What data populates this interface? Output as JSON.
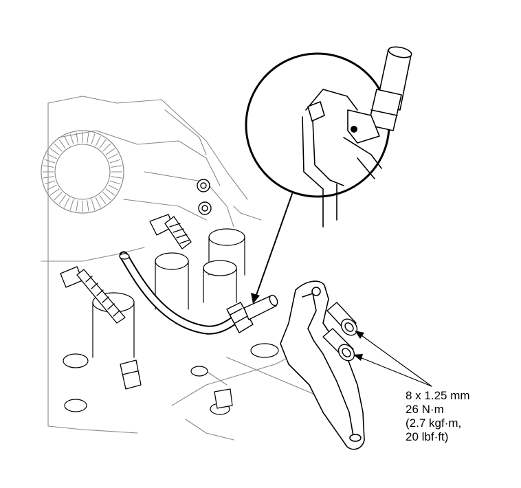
{
  "diagram": {
    "callout": {
      "lines": [
        "8 x 1.25 mm",
        "26 N·m",
        "(2.7 kgf·m,",
        "20 lbf·ft)"
      ]
    }
  }
}
